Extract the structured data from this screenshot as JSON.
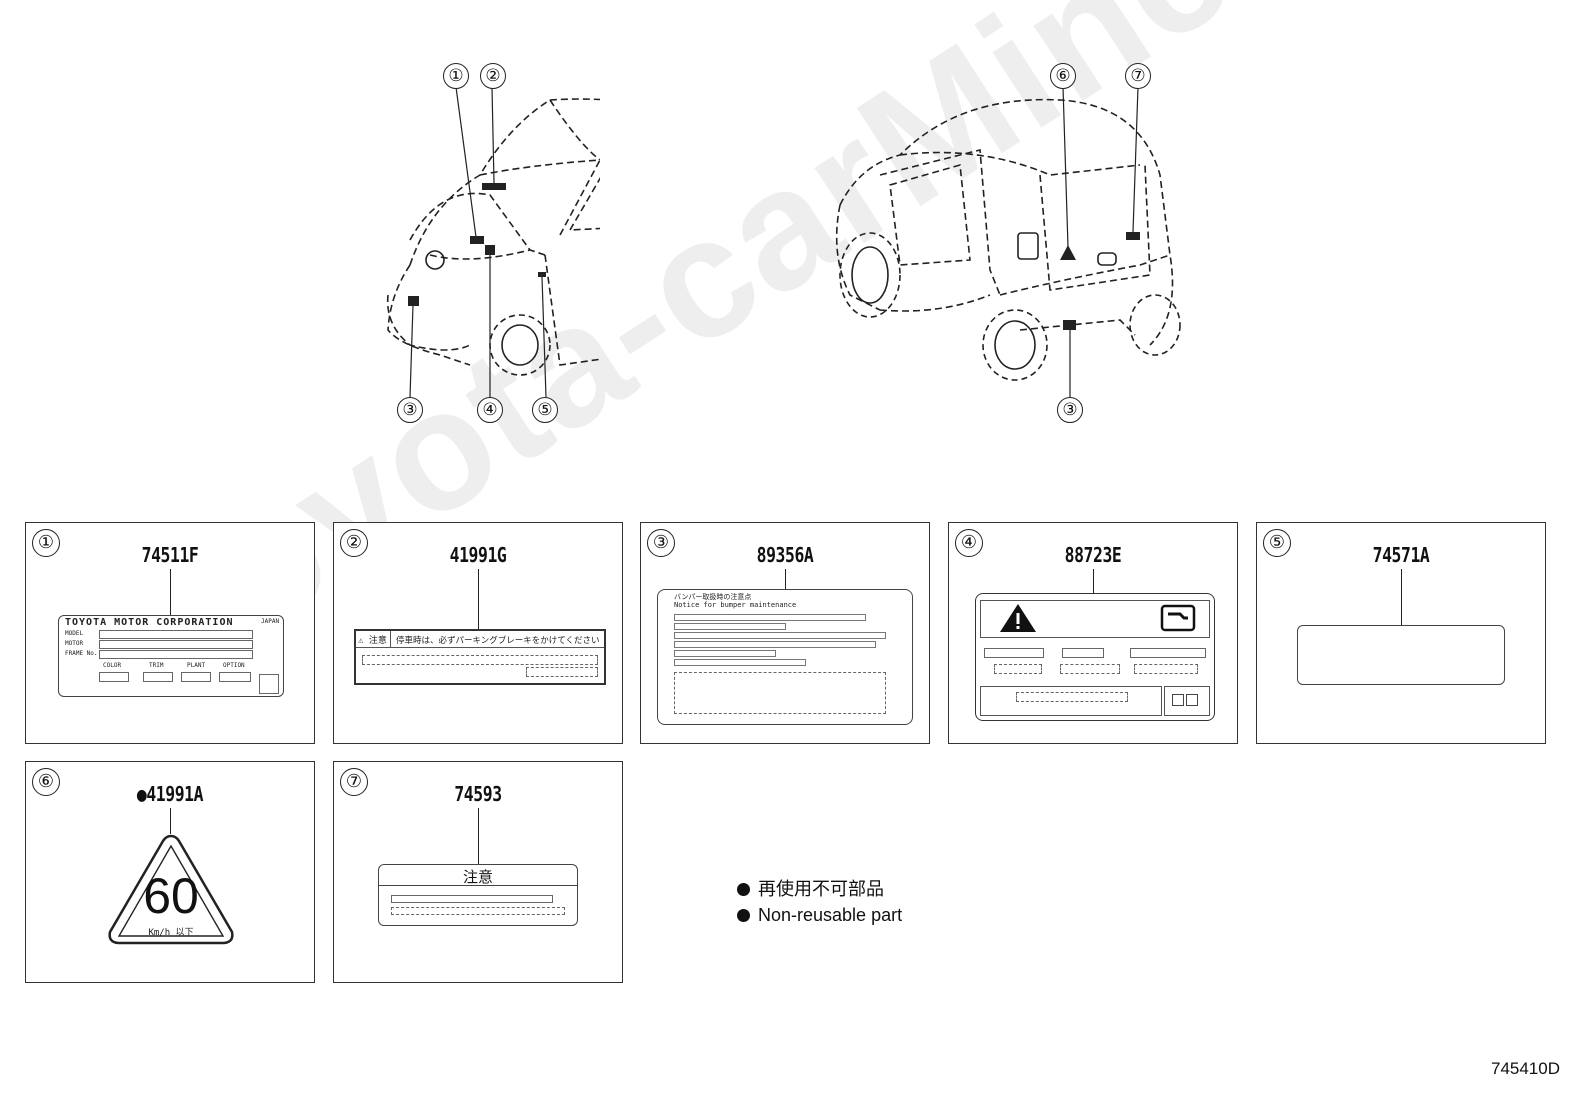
{
  "watermark": "toyota-carMine.ru",
  "callouts_front": [
    "①",
    "②",
    "③",
    "④",
    "⑤"
  ],
  "callouts_rear": [
    "⑥",
    "⑦",
    "③"
  ],
  "panels": [
    {
      "num": "①",
      "part": "74511F"
    },
    {
      "num": "②",
      "part": "41991G"
    },
    {
      "num": "③",
      "part": "89356A"
    },
    {
      "num": "④",
      "part": "88723E"
    },
    {
      "num": "⑤",
      "part": "74571A"
    },
    {
      "num": "⑥",
      "part": "●41991A"
    },
    {
      "num": "⑦",
      "part": "74593"
    }
  ],
  "label1": {
    "maker": "TOYOTA MOTOR CORPORATION",
    "country": "JAPAN",
    "rows": [
      "MODEL",
      "MOTOR",
      "FRAME No."
    ],
    "cols": [
      "COLOR",
      "TRIM",
      "PLANT",
      "OPTION"
    ]
  },
  "label2": {
    "tag": "注意",
    "text": "停車時は、必ずパーキングブレーキをかけてください"
  },
  "label3": {
    "line1": "バンパー取扱時の注意点",
    "line2": "Notice for bumper maintenance"
  },
  "label6": {
    "speed": "60",
    "unit": "Km/h 以下"
  },
  "label7": {
    "title": "注意"
  },
  "legend": {
    "jp": "再使用不可部品",
    "en": "Non-reusable part"
  },
  "diagram_code": "745410D"
}
